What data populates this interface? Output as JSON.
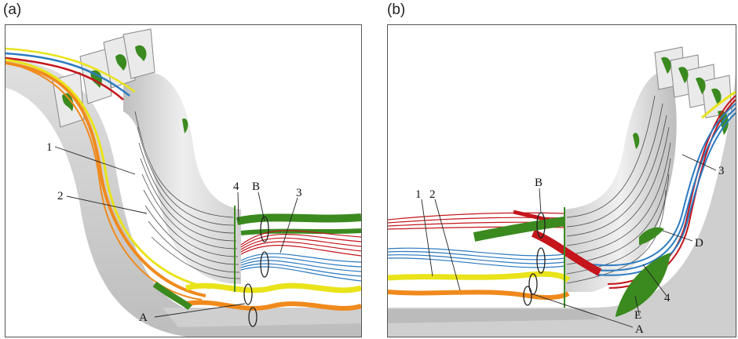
{
  "panels": [
    {
      "label": "(a)",
      "callouts": [
        "1",
        "2",
        "4",
        "B",
        "3",
        "A"
      ]
    },
    {
      "label": "(b)",
      "callouts": [
        "B",
        "1",
        "2",
        "3",
        "D",
        "4",
        "E",
        "A"
      ]
    }
  ],
  "colors": {
    "red": "#c4161c",
    "blue": "#2b7ac0",
    "yellow": "#e9e31a",
    "orange": "#f08a1d",
    "green": "#3b8a1f",
    "surface": "#d9d9d9"
  }
}
